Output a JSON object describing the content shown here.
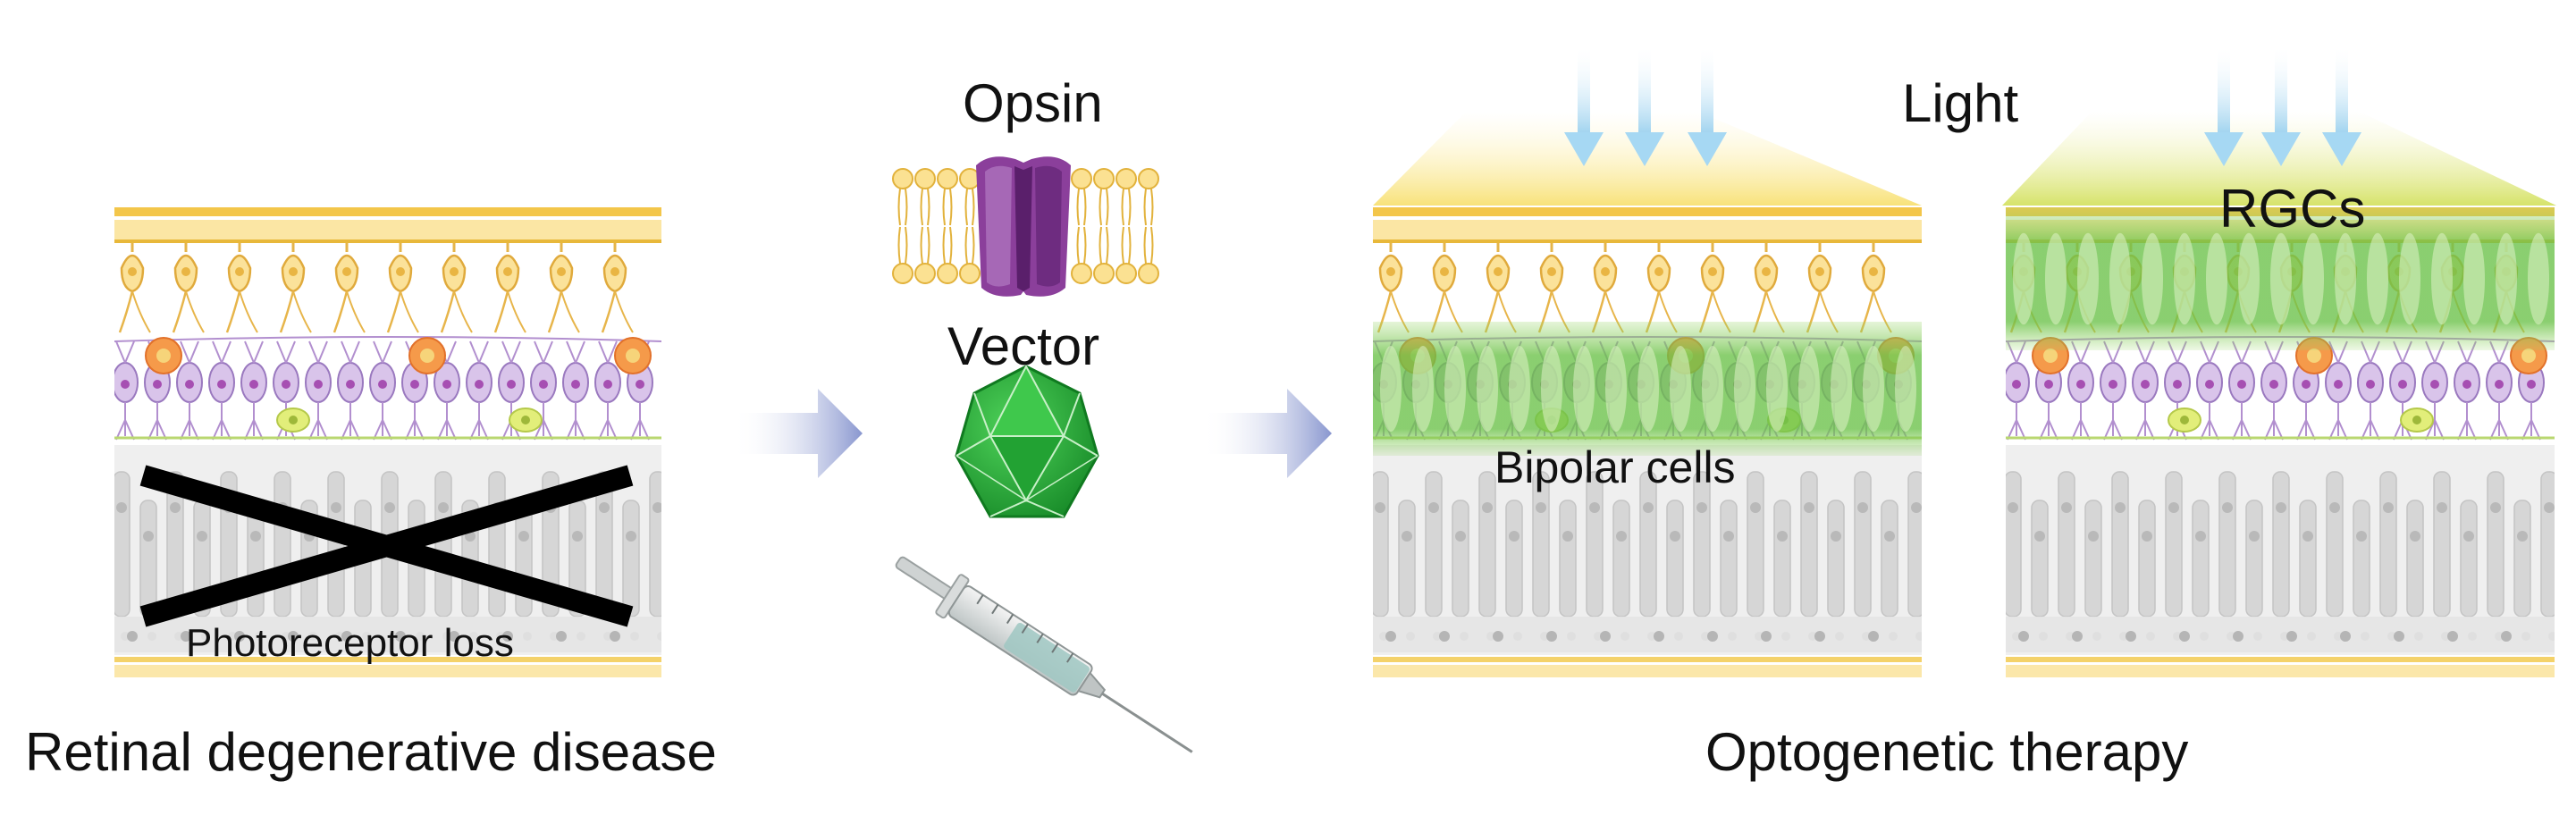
{
  "labels": {
    "opsin": "Opsin",
    "vector": "Vector",
    "light": "Light",
    "rgcs": "RGCs",
    "bipolar_cells": "Bipolar cells",
    "photoreceptor_loss": "Photoreceptor loss",
    "left_caption": "Retinal degenerative disease",
    "right_caption": "Optogenetic therapy"
  },
  "colors": {
    "membrane": "#f3c64a",
    "ganglion": "#f7dc8c",
    "bipolar": "#cdb6e0",
    "photoreceptor": "#dcdcdc",
    "green_glow": "#5fbf3a",
    "arrow": "#8c9ad0",
    "light_arrow": "#a9d8f2",
    "opsin": "#8a3f9a",
    "vector": "#2bb23a"
  },
  "icons": [
    "syringe-icon",
    "opsin-channel-icon",
    "vector-capsid-icon"
  ]
}
